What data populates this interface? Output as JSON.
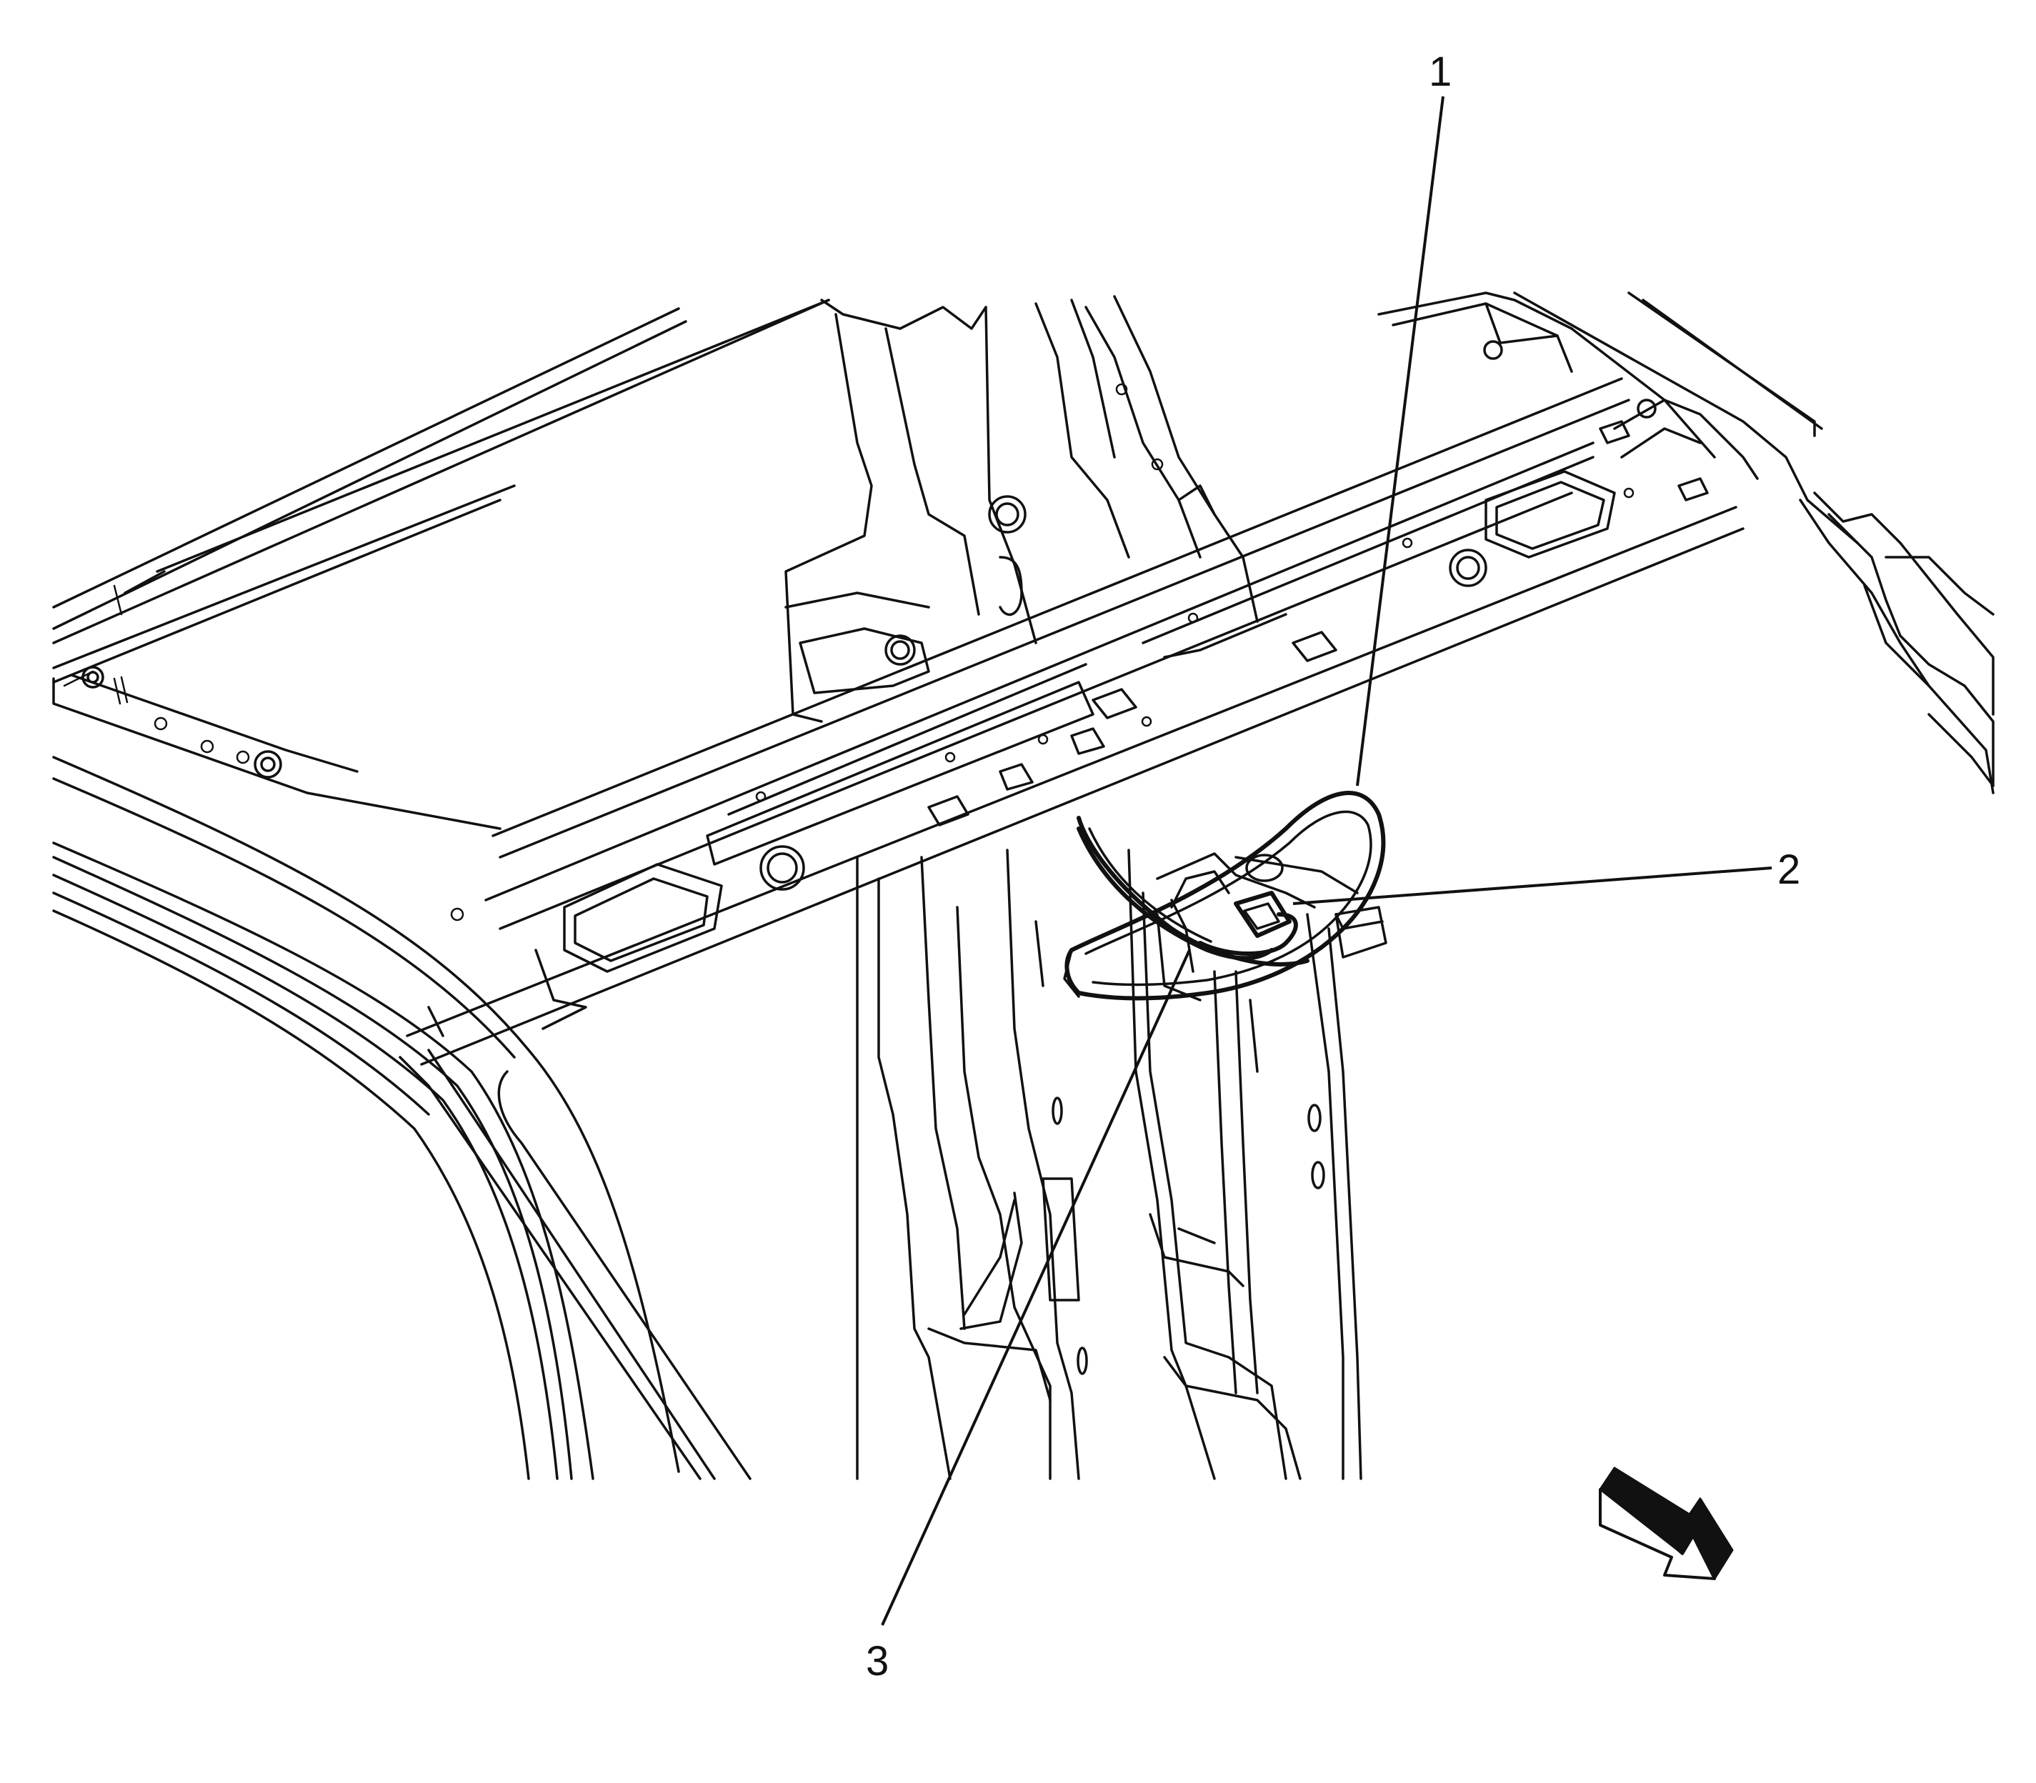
{
  "callouts": [
    {
      "id": "1",
      "label": "1"
    },
    {
      "id": "2",
      "label": "2"
    },
    {
      "id": "3",
      "label": "3"
    }
  ],
  "colors": {
    "line": "#111111",
    "background": "#ffffff"
  },
  "icons": {
    "direction": "direction-arrow-icon"
  }
}
